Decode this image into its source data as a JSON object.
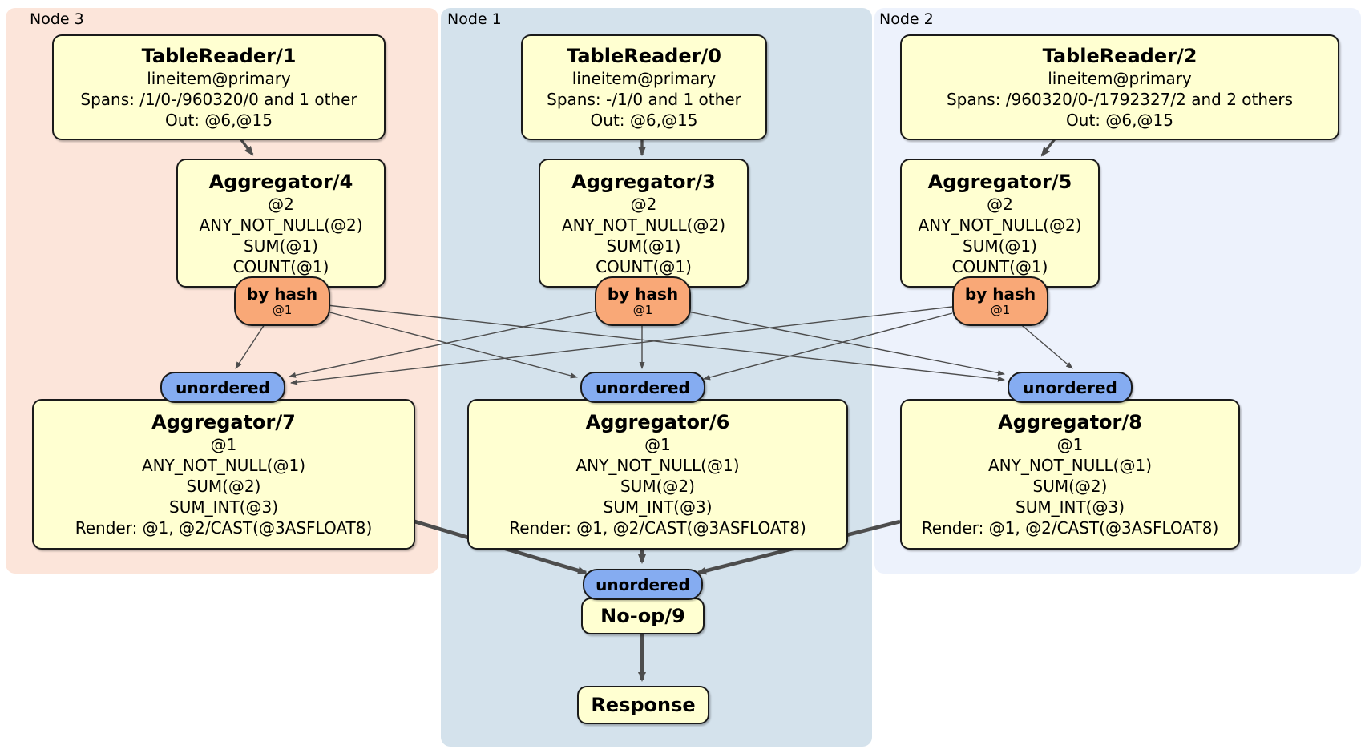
{
  "colors": {
    "box_fill": "#ffffd1",
    "box_border": "#1a1a1a",
    "router_fill": "#f9a877",
    "sync_fill": "#85acf1",
    "edge": "#4d4d4d",
    "region_node3": "#fce5da",
    "region_node1": "#d4e2ec",
    "region_node2": "#edf2fc"
  },
  "regions": {
    "node3": {
      "label": "Node 3"
    },
    "node1": {
      "label": "Node 1"
    },
    "node2": {
      "label": "Node 2"
    }
  },
  "processors": {
    "tr1": {
      "title": "TableReader/1",
      "lines": [
        "lineitem@primary",
        "Spans: /1/0-/960320/0 and 1 other",
        "Out: @6,@15"
      ]
    },
    "tr0": {
      "title": "TableReader/0",
      "lines": [
        "lineitem@primary",
        "Spans: -/1/0 and 1 other",
        "Out: @6,@15"
      ]
    },
    "tr2": {
      "title": "TableReader/2",
      "lines": [
        "lineitem@primary",
        "Spans: /960320/0-/1792327/2 and 2 others",
        "Out: @6,@15"
      ]
    },
    "agg4": {
      "title": "Aggregator/4",
      "lines": [
        "@2",
        "ANY_NOT_NULL(@2)",
        "SUM(@1)",
        "COUNT(@1)"
      ]
    },
    "agg3": {
      "title": "Aggregator/3",
      "lines": [
        "@2",
        "ANY_NOT_NULL(@2)",
        "SUM(@1)",
        "COUNT(@1)"
      ]
    },
    "agg5": {
      "title": "Aggregator/5",
      "lines": [
        "@2",
        "ANY_NOT_NULL(@2)",
        "SUM(@1)",
        "COUNT(@1)"
      ]
    },
    "agg7": {
      "title": "Aggregator/7",
      "lines": [
        "@1",
        "ANY_NOT_NULL(@1)",
        "SUM(@2)",
        "SUM_INT(@3)",
        "Render: @1, @2/CAST(@3ASFLOAT8)"
      ]
    },
    "agg6": {
      "title": "Aggregator/6",
      "lines": [
        "@1",
        "ANY_NOT_NULL(@1)",
        "SUM(@2)",
        "SUM_INT(@3)",
        "Render: @1, @2/CAST(@3ASFLOAT8)"
      ]
    },
    "agg8": {
      "title": "Aggregator/8",
      "lines": [
        "@1",
        "ANY_NOT_NULL(@1)",
        "SUM(@2)",
        "SUM_INT(@3)",
        "Render: @1, @2/CAST(@3ASFLOAT8)"
      ]
    },
    "noop": {
      "title": "No-op/9"
    },
    "response": {
      "title": "Response"
    }
  },
  "routers": {
    "node3": {
      "label": "by hash",
      "detail": "@1"
    },
    "node1": {
      "label": "by hash",
      "detail": "@1"
    },
    "node2": {
      "label": "by hash",
      "detail": "@1"
    }
  },
  "syncs": {
    "node3": {
      "label": "unordered"
    },
    "node1": {
      "label": "unordered"
    },
    "node2": {
      "label": "unordered"
    },
    "final": {
      "label": "unordered"
    }
  }
}
